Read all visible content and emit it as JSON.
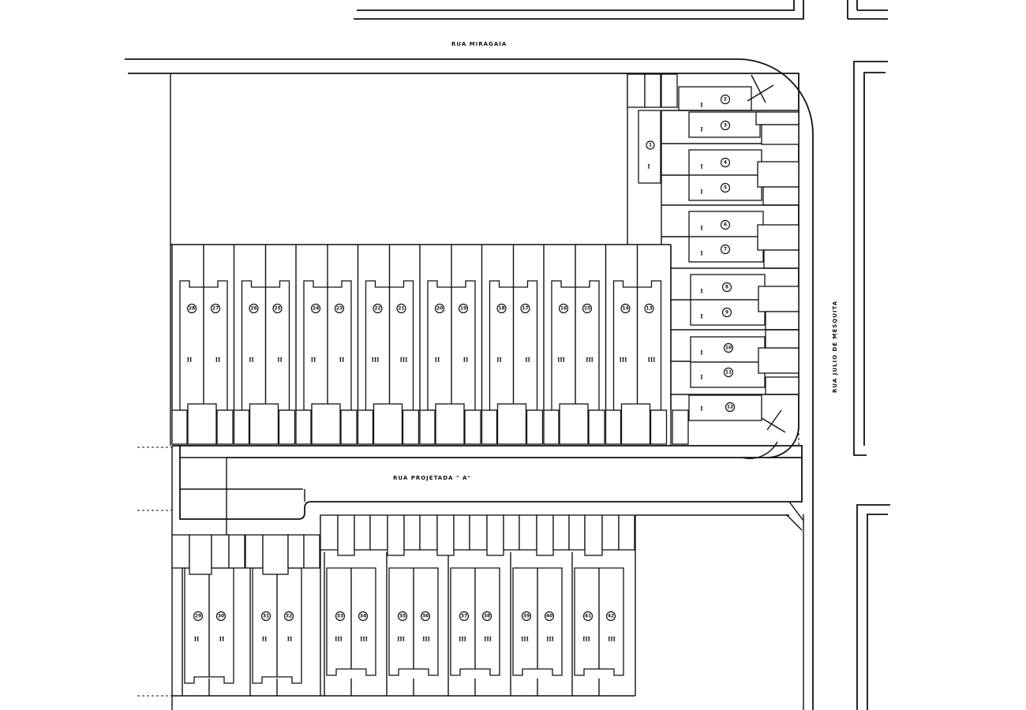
{
  "streets": {
    "north": "RUA MIRAGAIA",
    "east": "RUA JULIO DE MESQUITA",
    "interior": "RUA PROJETADA \" A\""
  },
  "block_east_units": [
    {
      "lot": "1",
      "type": "I"
    },
    {
      "lot": "2",
      "type": "I"
    },
    {
      "lot": "3",
      "type": "I"
    },
    {
      "lot": "4",
      "type": "I"
    },
    {
      "lot": "5",
      "type": "I"
    },
    {
      "lot": "6",
      "type": "I"
    },
    {
      "lot": "7",
      "type": "I"
    },
    {
      "lot": "8",
      "type": "I"
    },
    {
      "lot": "9",
      "type": "I"
    },
    {
      "lot": "10",
      "type": "I"
    },
    {
      "lot": "11",
      "type": "I"
    },
    {
      "lot": "12",
      "type": "I"
    }
  ],
  "block_north_row": [
    {
      "lots": [
        "28",
        "27"
      ],
      "types": [
        "II",
        "II"
      ]
    },
    {
      "lots": [
        "26",
        "25"
      ],
      "types": [
        "II",
        "II"
      ]
    },
    {
      "lots": [
        "24",
        "23"
      ],
      "types": [
        "II",
        "II"
      ]
    },
    {
      "lots": [
        "22",
        "21"
      ],
      "types": [
        "III",
        "III"
      ]
    },
    {
      "lots": [
        "20",
        "19"
      ],
      "types": [
        "II",
        "II"
      ]
    },
    {
      "lots": [
        "18",
        "17"
      ],
      "types": [
        "II",
        "II"
      ]
    },
    {
      "lots": [
        "16",
        "15"
      ],
      "types": [
        "III",
        "III"
      ]
    },
    {
      "lots": [
        "14",
        "13"
      ],
      "types": [
        "III",
        "III"
      ]
    }
  ],
  "block_south_row": [
    {
      "lots": [
        "29",
        "30"
      ],
      "types": [
        "II",
        "II"
      ]
    },
    {
      "lots": [
        "31",
        "32"
      ],
      "types": [
        "II",
        "II"
      ]
    },
    {
      "lots": [
        "33",
        "34"
      ],
      "types": [
        "III",
        "III"
      ]
    },
    {
      "lots": [
        "35",
        "36"
      ],
      "types": [
        "III",
        "III"
      ]
    },
    {
      "lots": [
        "37",
        "38"
      ],
      "types": [
        "III",
        "III"
      ]
    },
    {
      "lots": [
        "39",
        "40"
      ],
      "types": [
        "III",
        "III"
      ]
    },
    {
      "lots": [
        "41",
        "42"
      ],
      "types": [
        "III",
        "III"
      ]
    }
  ]
}
